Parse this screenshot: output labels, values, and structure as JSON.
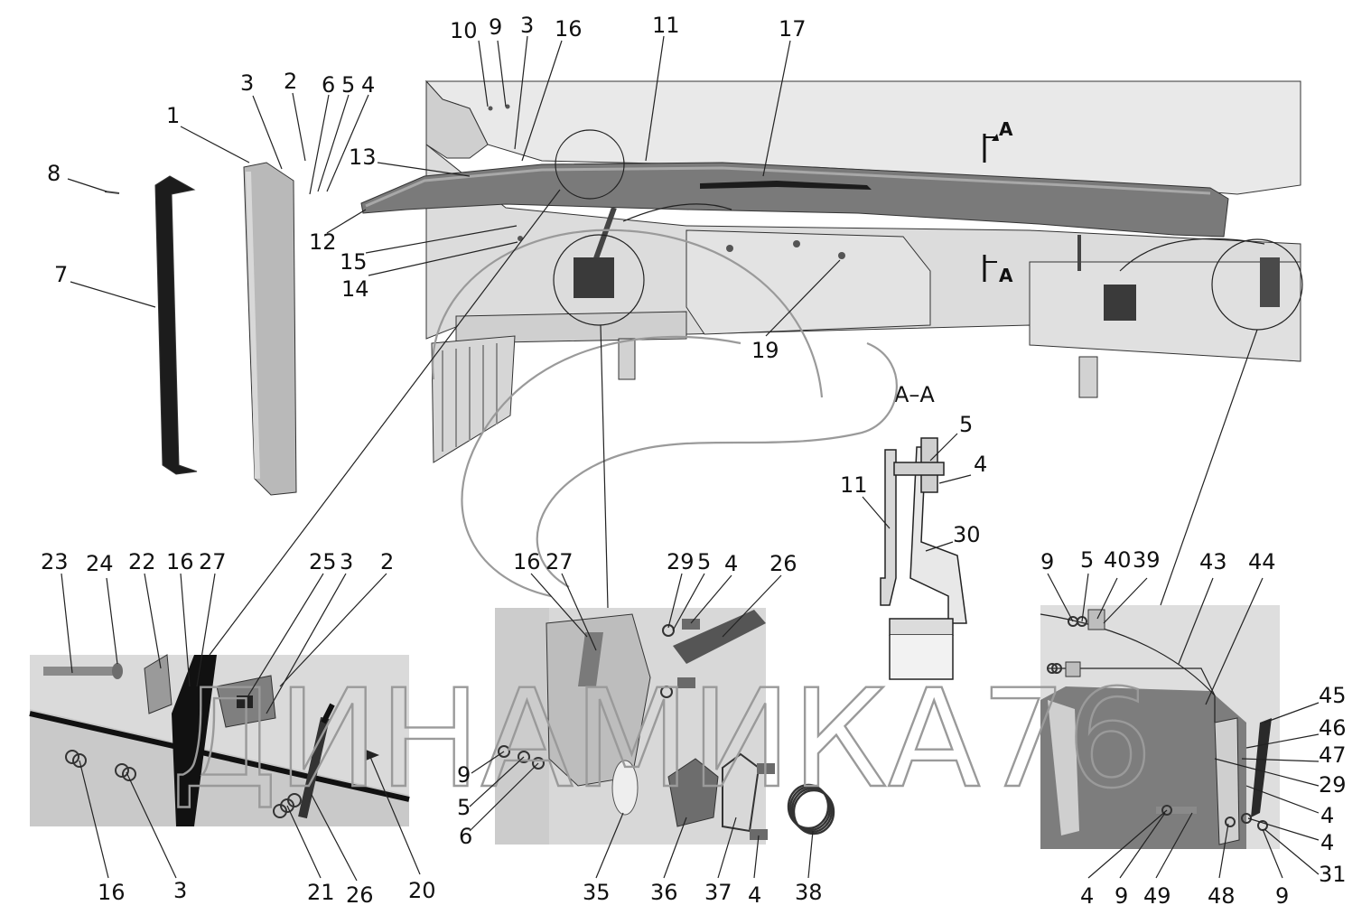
{
  "diagram": {
    "section_label": "A–A",
    "section_marker": "A",
    "watermark_text": "ДИНАМИКА76",
    "colors": {
      "background": "#ffffff",
      "part_light": "#e6e6e6",
      "part_mid": "#bdbdbd",
      "part_dark": "#6f6f6f",
      "part_black": "#1c1c1c",
      "label": "#111111",
      "watermark": "#9a9a9a"
    },
    "main_view_callouts": [
      "10",
      "9",
      "3",
      "16",
      "11",
      "17",
      "3",
      "2",
      "6",
      "5",
      "4",
      "1",
      "13",
      "8",
      "12",
      "15",
      "14",
      "7",
      "19"
    ],
    "section_callouts": [
      "5",
      "4",
      "11",
      "30"
    ],
    "detail_left_callouts": [
      "23",
      "24",
      "22",
      "16",
      "27",
      "25",
      "3",
      "2",
      "16",
      "3",
      "21",
      "26",
      "20"
    ],
    "detail_center_callouts": [
      "16",
      "27",
      "29",
      "5",
      "4",
      "26",
      "9",
      "5",
      "6",
      "35",
      "36",
      "37",
      "4",
      "38"
    ],
    "detail_right_callouts": [
      "9",
      "5",
      "40",
      "39",
      "43",
      "44",
      "45",
      "46",
      "47",
      "29",
      "4",
      "4",
      "31",
      "4",
      "9",
      "49",
      "48",
      "9"
    ]
  }
}
